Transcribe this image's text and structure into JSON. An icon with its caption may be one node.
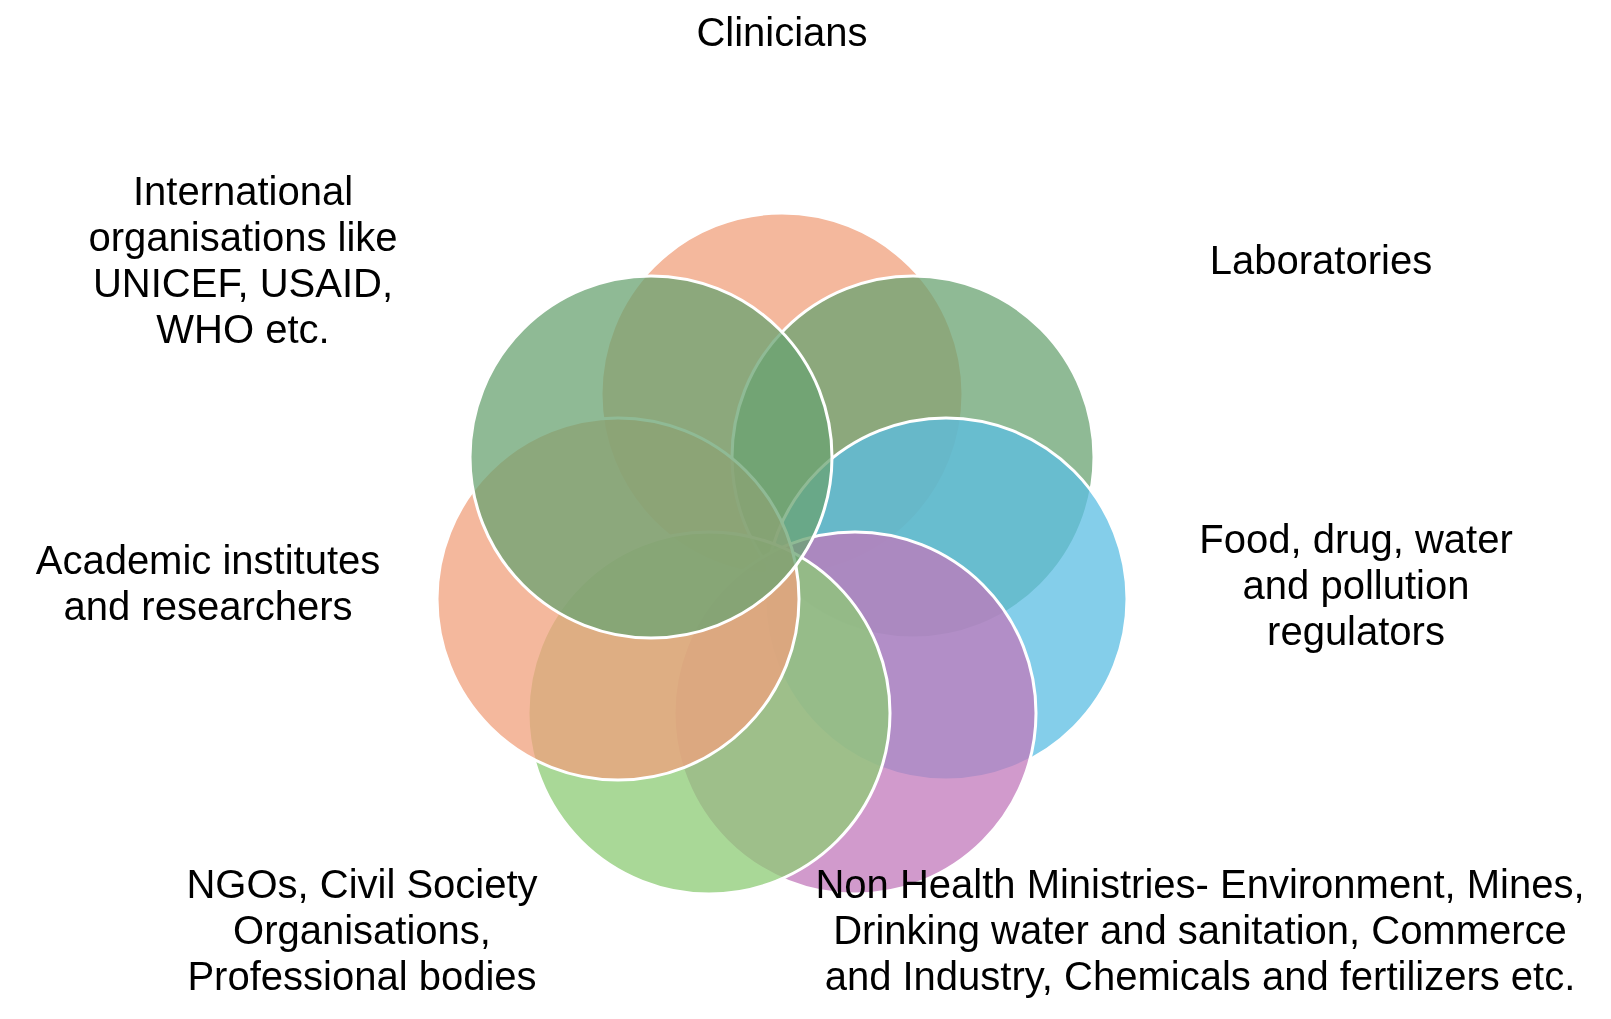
{
  "diagram": {
    "labels": [
      "Clinicians"
    ],
    "nodes": [
      {
        "text": [],
        "shape": "circle"
      },
      {
        "text": [],
        "shape": "circle",
        "beside": [
          "Laboratories"
        ]
      },
      {
        "text": [],
        "shape": "circle",
        "beside": [
          "Food, drug, water and pollution regulators"
        ]
      },
      {
        "text": [],
        "shape": "circle",
        "beside": [
          "Non Health Ministries- Environment, Mines, Drinking water and sanitation, Commerce and Industry, Chemicals and fertilizers etc."
        ]
      },
      {
        "text": [],
        "shape": "circle",
        "beside": [
          "NGOs, Civil Society Organisations, Professional bodies"
        ]
      },
      {
        "text": [],
        "shape": "circle",
        "beside": [
          "Academic institutes and researchers"
        ]
      },
      {
        "text": [],
        "shape": "circle",
        "beside": [
          "International organisations like UNICEF, USAID, WHO etc."
        ]
      }
    ]
  }
}
